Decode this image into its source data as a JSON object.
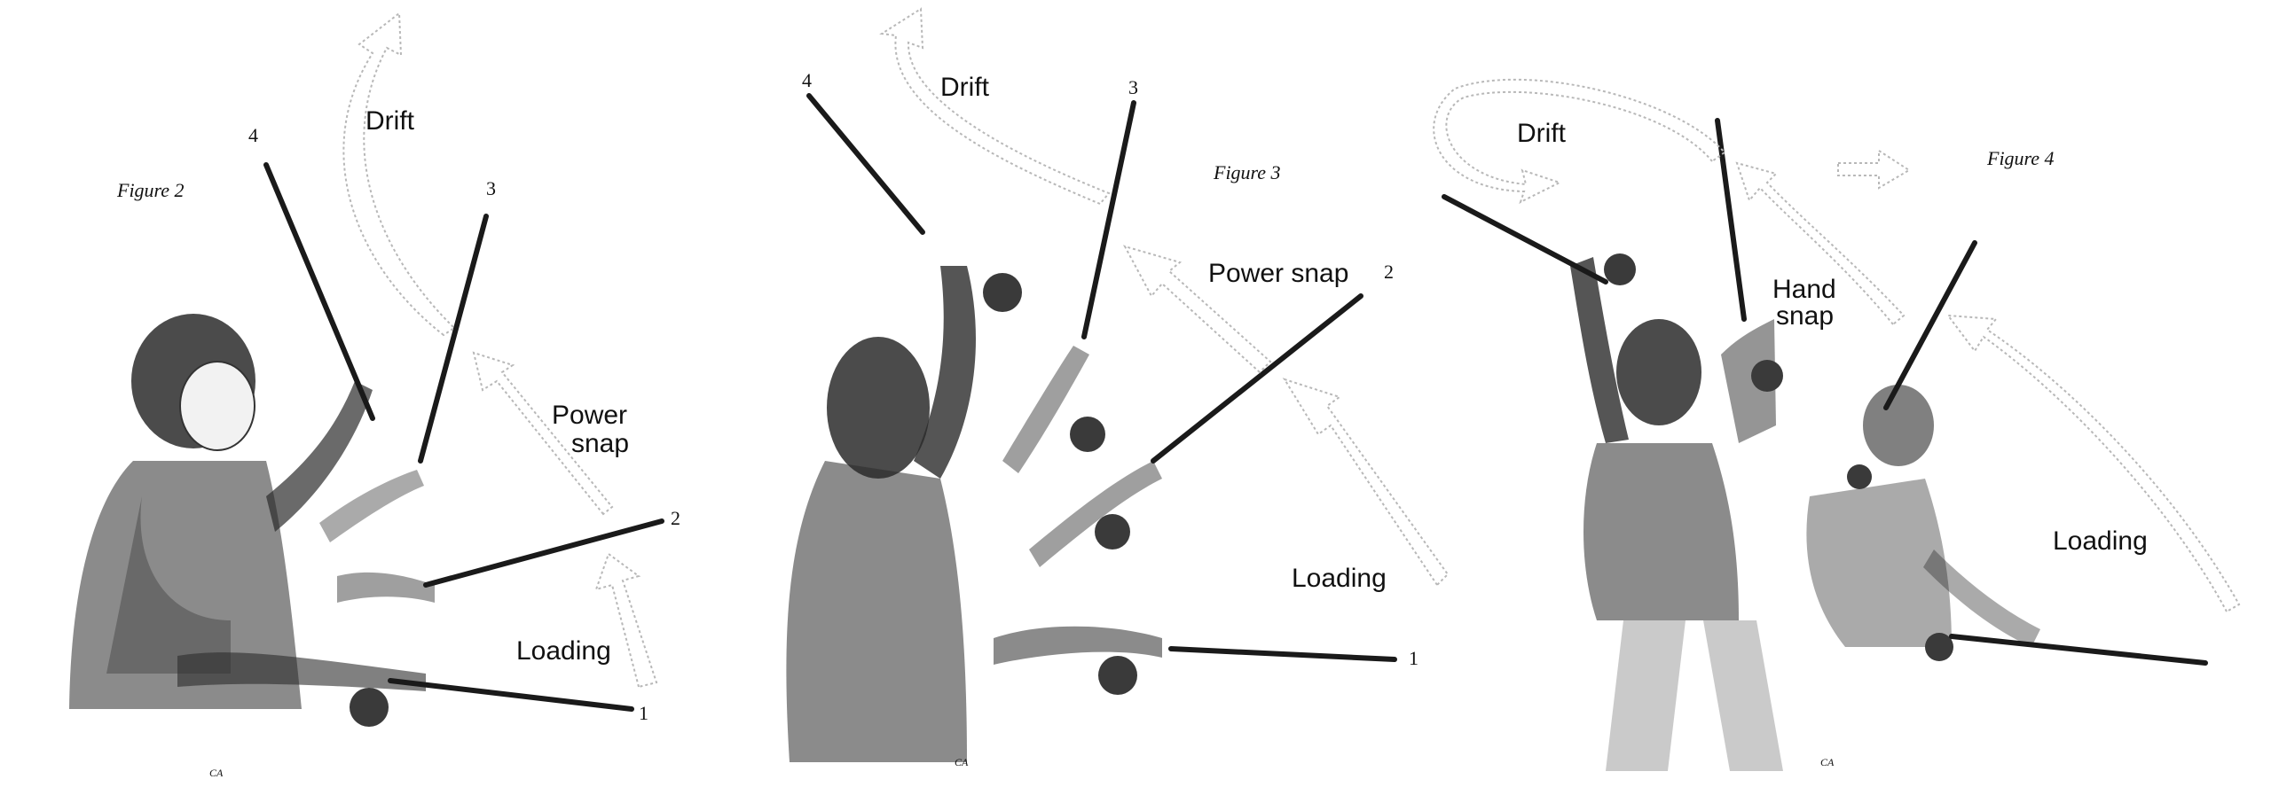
{
  "figures": [
    {
      "caption": "Figure 2",
      "labels": {
        "drift": "Drift",
        "snap": [
          "Power",
          "snap"
        ],
        "loading": "Loading"
      },
      "positions": [
        "1",
        "2",
        "3",
        "4"
      ],
      "signature": "CA"
    },
    {
      "caption": "Figure 3",
      "labels": {
        "drift": "Drift",
        "snap": [
          "Power snap"
        ],
        "loading": "Loading"
      },
      "positions": [
        "1",
        "2",
        "3",
        "4"
      ],
      "signature": "CA"
    },
    {
      "caption": "Figure 4",
      "labels": {
        "drift": "Drift",
        "snap": [
          "Hand",
          "snap"
        ],
        "loading": "Loading"
      },
      "positions": [],
      "signature": "CA"
    }
  ],
  "style": {
    "ink": "#111111",
    "arrow_outline": "#b8b8b8",
    "background": "#ffffff"
  }
}
